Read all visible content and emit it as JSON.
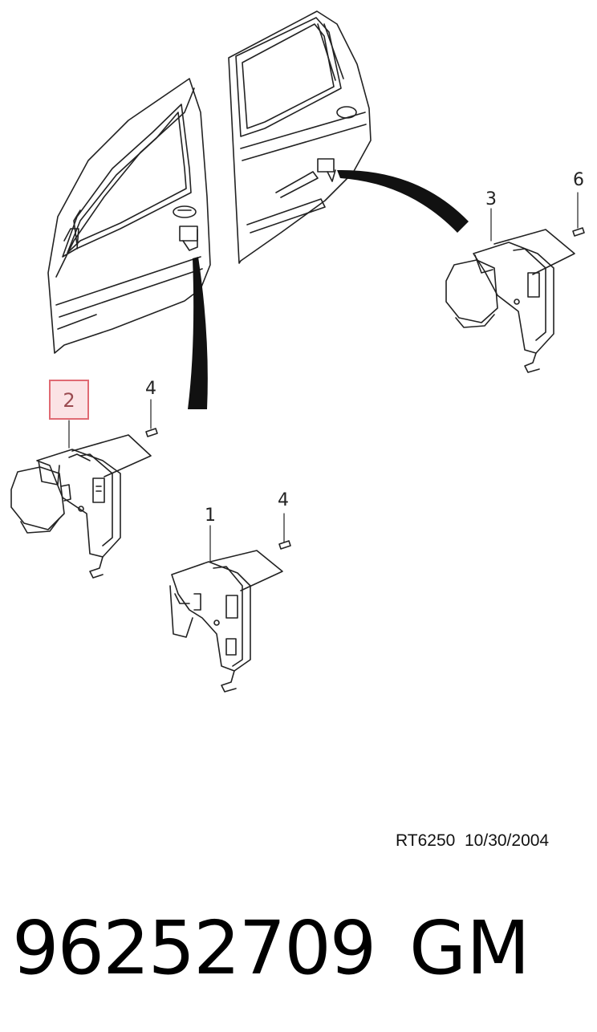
{
  "callouts": {
    "c1": "1",
    "c2": "2",
    "c3": "3",
    "c4a": "4",
    "c4b": "4",
    "c6": "6"
  },
  "footer": {
    "ref": "RT6250  10/30/2004",
    "part_number": "96252709",
    "brand": "GM"
  },
  "colors": {
    "highlight_border": "#e06a73",
    "highlight_fill": "#fbe3e5",
    "line": "#222222"
  },
  "icons": [
    "front-door-outline",
    "rear-door-outline",
    "door-lock-actuator",
    "screw"
  ]
}
